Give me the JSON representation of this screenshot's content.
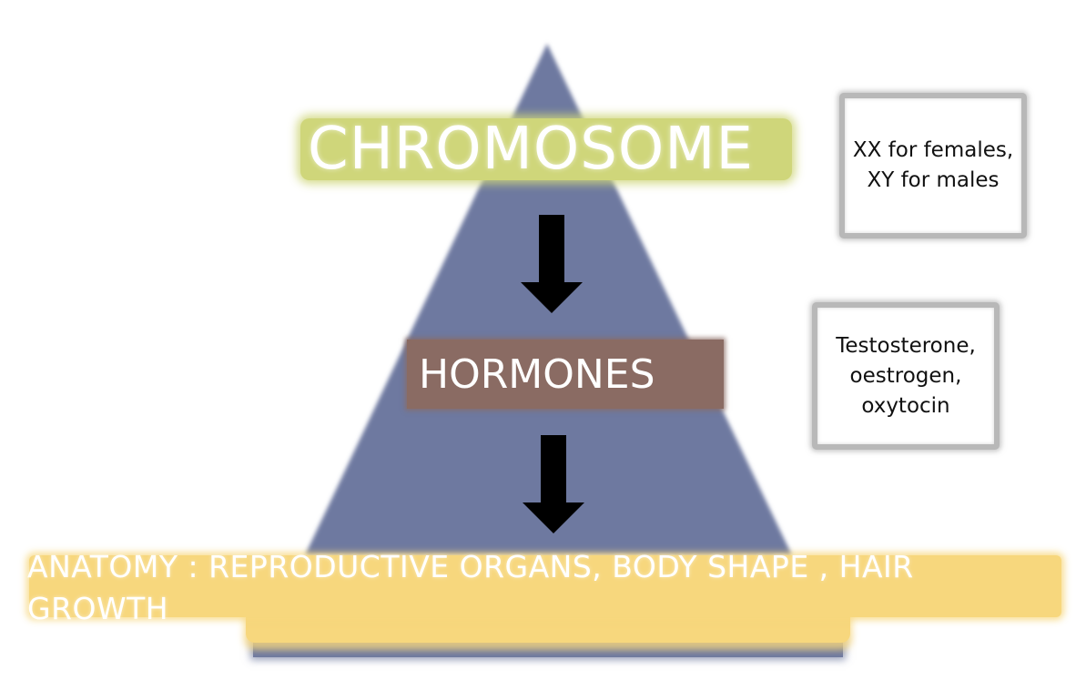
{
  "diagram": {
    "levels": [
      {
        "id": "chromosome",
        "label": "CHROMOSOME",
        "color": "#cfd67a"
      },
      {
        "id": "hormones",
        "label": "HORMONES",
        "color": "#8a6b63"
      },
      {
        "id": "anatomy",
        "label": "ANATOMY : REPRODUCTIVE ORGANS, BODY SHAPE , HAIR GROWTH",
        "color": "#f7d77d"
      }
    ],
    "notes": [
      {
        "id": "chromosome-note",
        "lines": [
          "XX for females,",
          "XY for males"
        ]
      },
      {
        "id": "hormones-note",
        "lines": [
          "Testosterone,",
          "oestrogen,",
          "oxytocin"
        ]
      }
    ],
    "pyramid_color": "#6e79a0",
    "arrow_color": "#000000"
  }
}
